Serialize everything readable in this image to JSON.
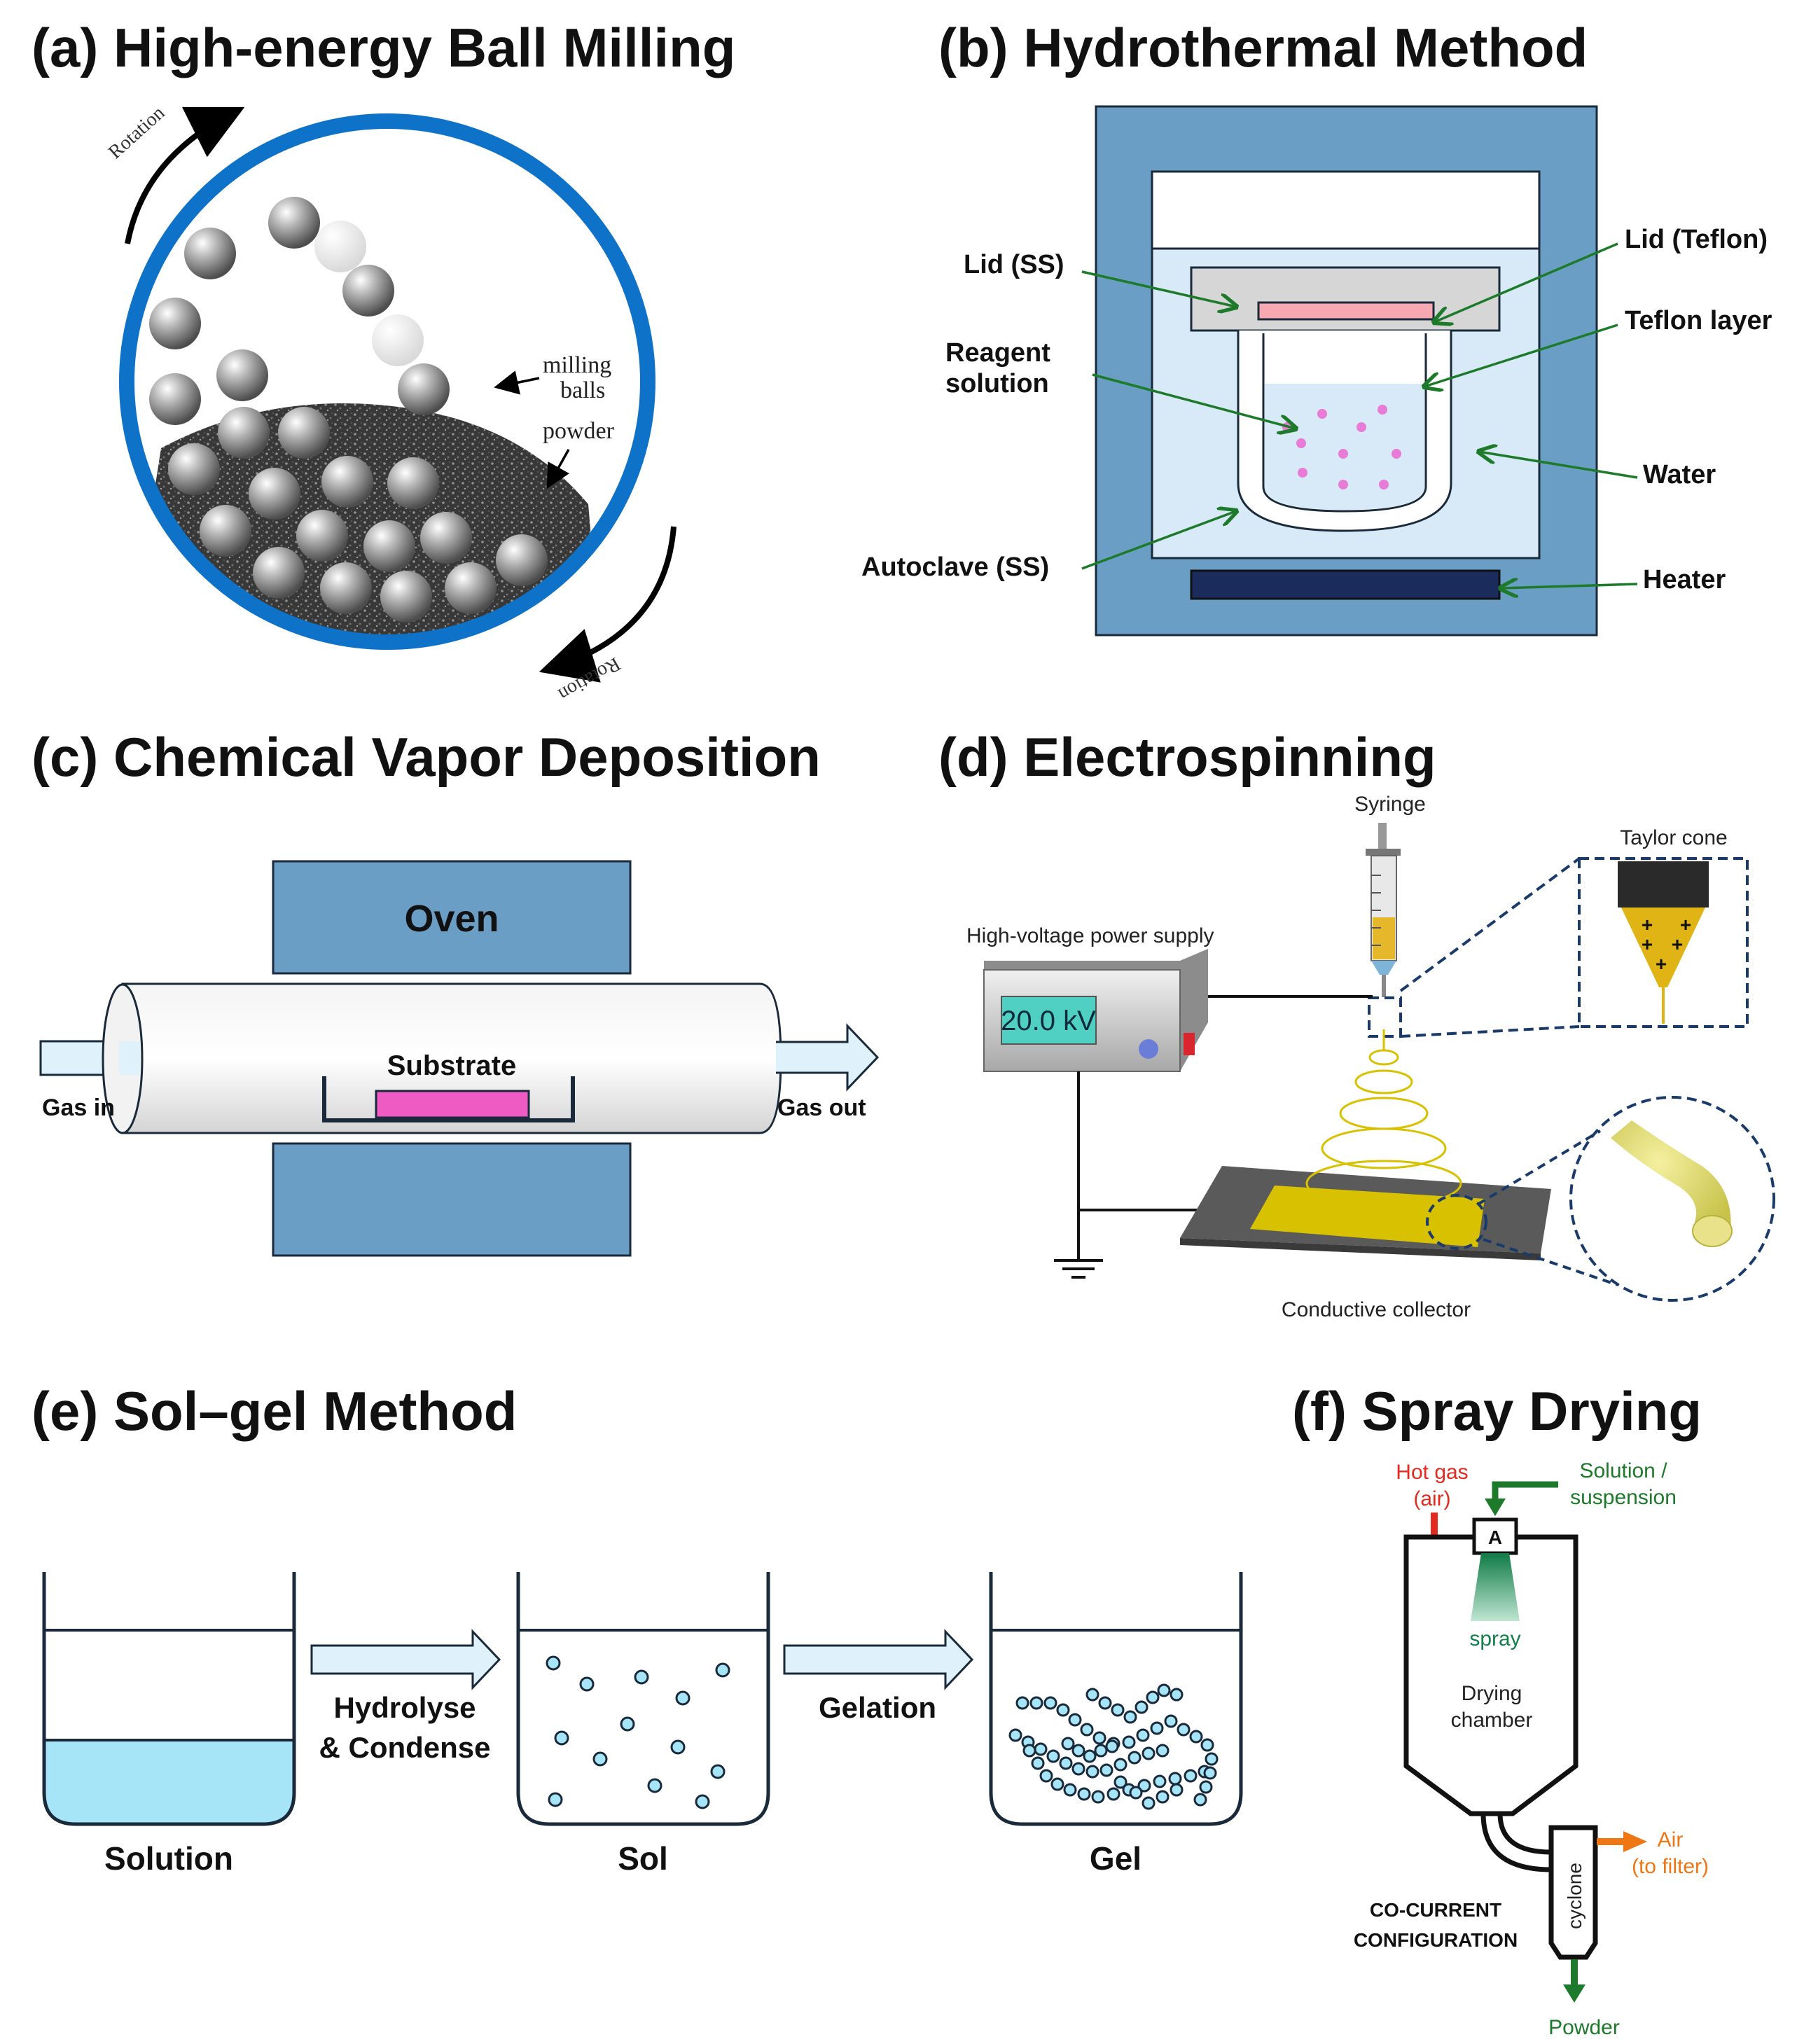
{
  "panels": {
    "a": {
      "title": "(a) High-energy Ball Milling",
      "rotation_top": "Rotation",
      "rotation_bottom": "Rotation",
      "milling_1": "milling",
      "milling_2": "balls",
      "powder": "powder"
    },
    "b": {
      "title": "(b) Hydrothermal Method",
      "lid_ss": "Lid (SS)",
      "lid_teflon": "Lid (Teflon)",
      "teflon_layer": "Teflon layer",
      "reagent_1": "Reagent",
      "reagent_2": "solution",
      "water": "Water",
      "autoclave": "Autoclave (SS)",
      "heater": "Heater"
    },
    "c": {
      "title": "(c) Chemical Vapor Deposition",
      "oven": "Oven",
      "substrate": "Substrate",
      "gas_in": "Gas in",
      "gas_out": "Gas out"
    },
    "d": {
      "title": "(d) Electrospinning",
      "syringe": "Syringe",
      "taylor_cone": "Taylor cone",
      "power_supply": "High-voltage  power supply",
      "voltage": "20.0 kV",
      "collector": "Conductive  collector"
    },
    "e": {
      "title": "(e) Sol–gel Method",
      "step1_1": "Hydrolyse",
      "step1_2": "& Condense",
      "step2": "Gelation",
      "solution": "Solution",
      "sol": "Sol",
      "gel": "Gel"
    },
    "f": {
      "title": "(f) Spray Drying",
      "hot_gas_1": "Hot gas",
      "hot_gas_2": "(air)",
      "solution_1": "Solution /",
      "solution_2": "suspension",
      "atomizer": "A",
      "spray": "spray",
      "drying_1": "Drying",
      "drying_2": "chamber",
      "air_1": "Air",
      "air_2": "(to filter)",
      "cyclone": "cyclone",
      "config_1": "CO-CURRENT",
      "config_2": "CONFIGURATION",
      "powder": "Powder"
    }
  },
  "colors": {
    "frame_blue": "#0f72c9",
    "oven_blue": "#6a9ec5",
    "water_blue": "#d8eaf7",
    "arrow_green": "#1d7a2a",
    "heater_navy": "#1b2b5c",
    "substrate_pink": "#ee5bc3",
    "lid_pink": "#f7a8b0",
    "solution_cyan": "#a6e4f7",
    "fiber_yellow": "#d7c100",
    "hot_gas_red": "#e22a1f",
    "air_orange": "#ee7613",
    "spray_green": "#12804a"
  }
}
